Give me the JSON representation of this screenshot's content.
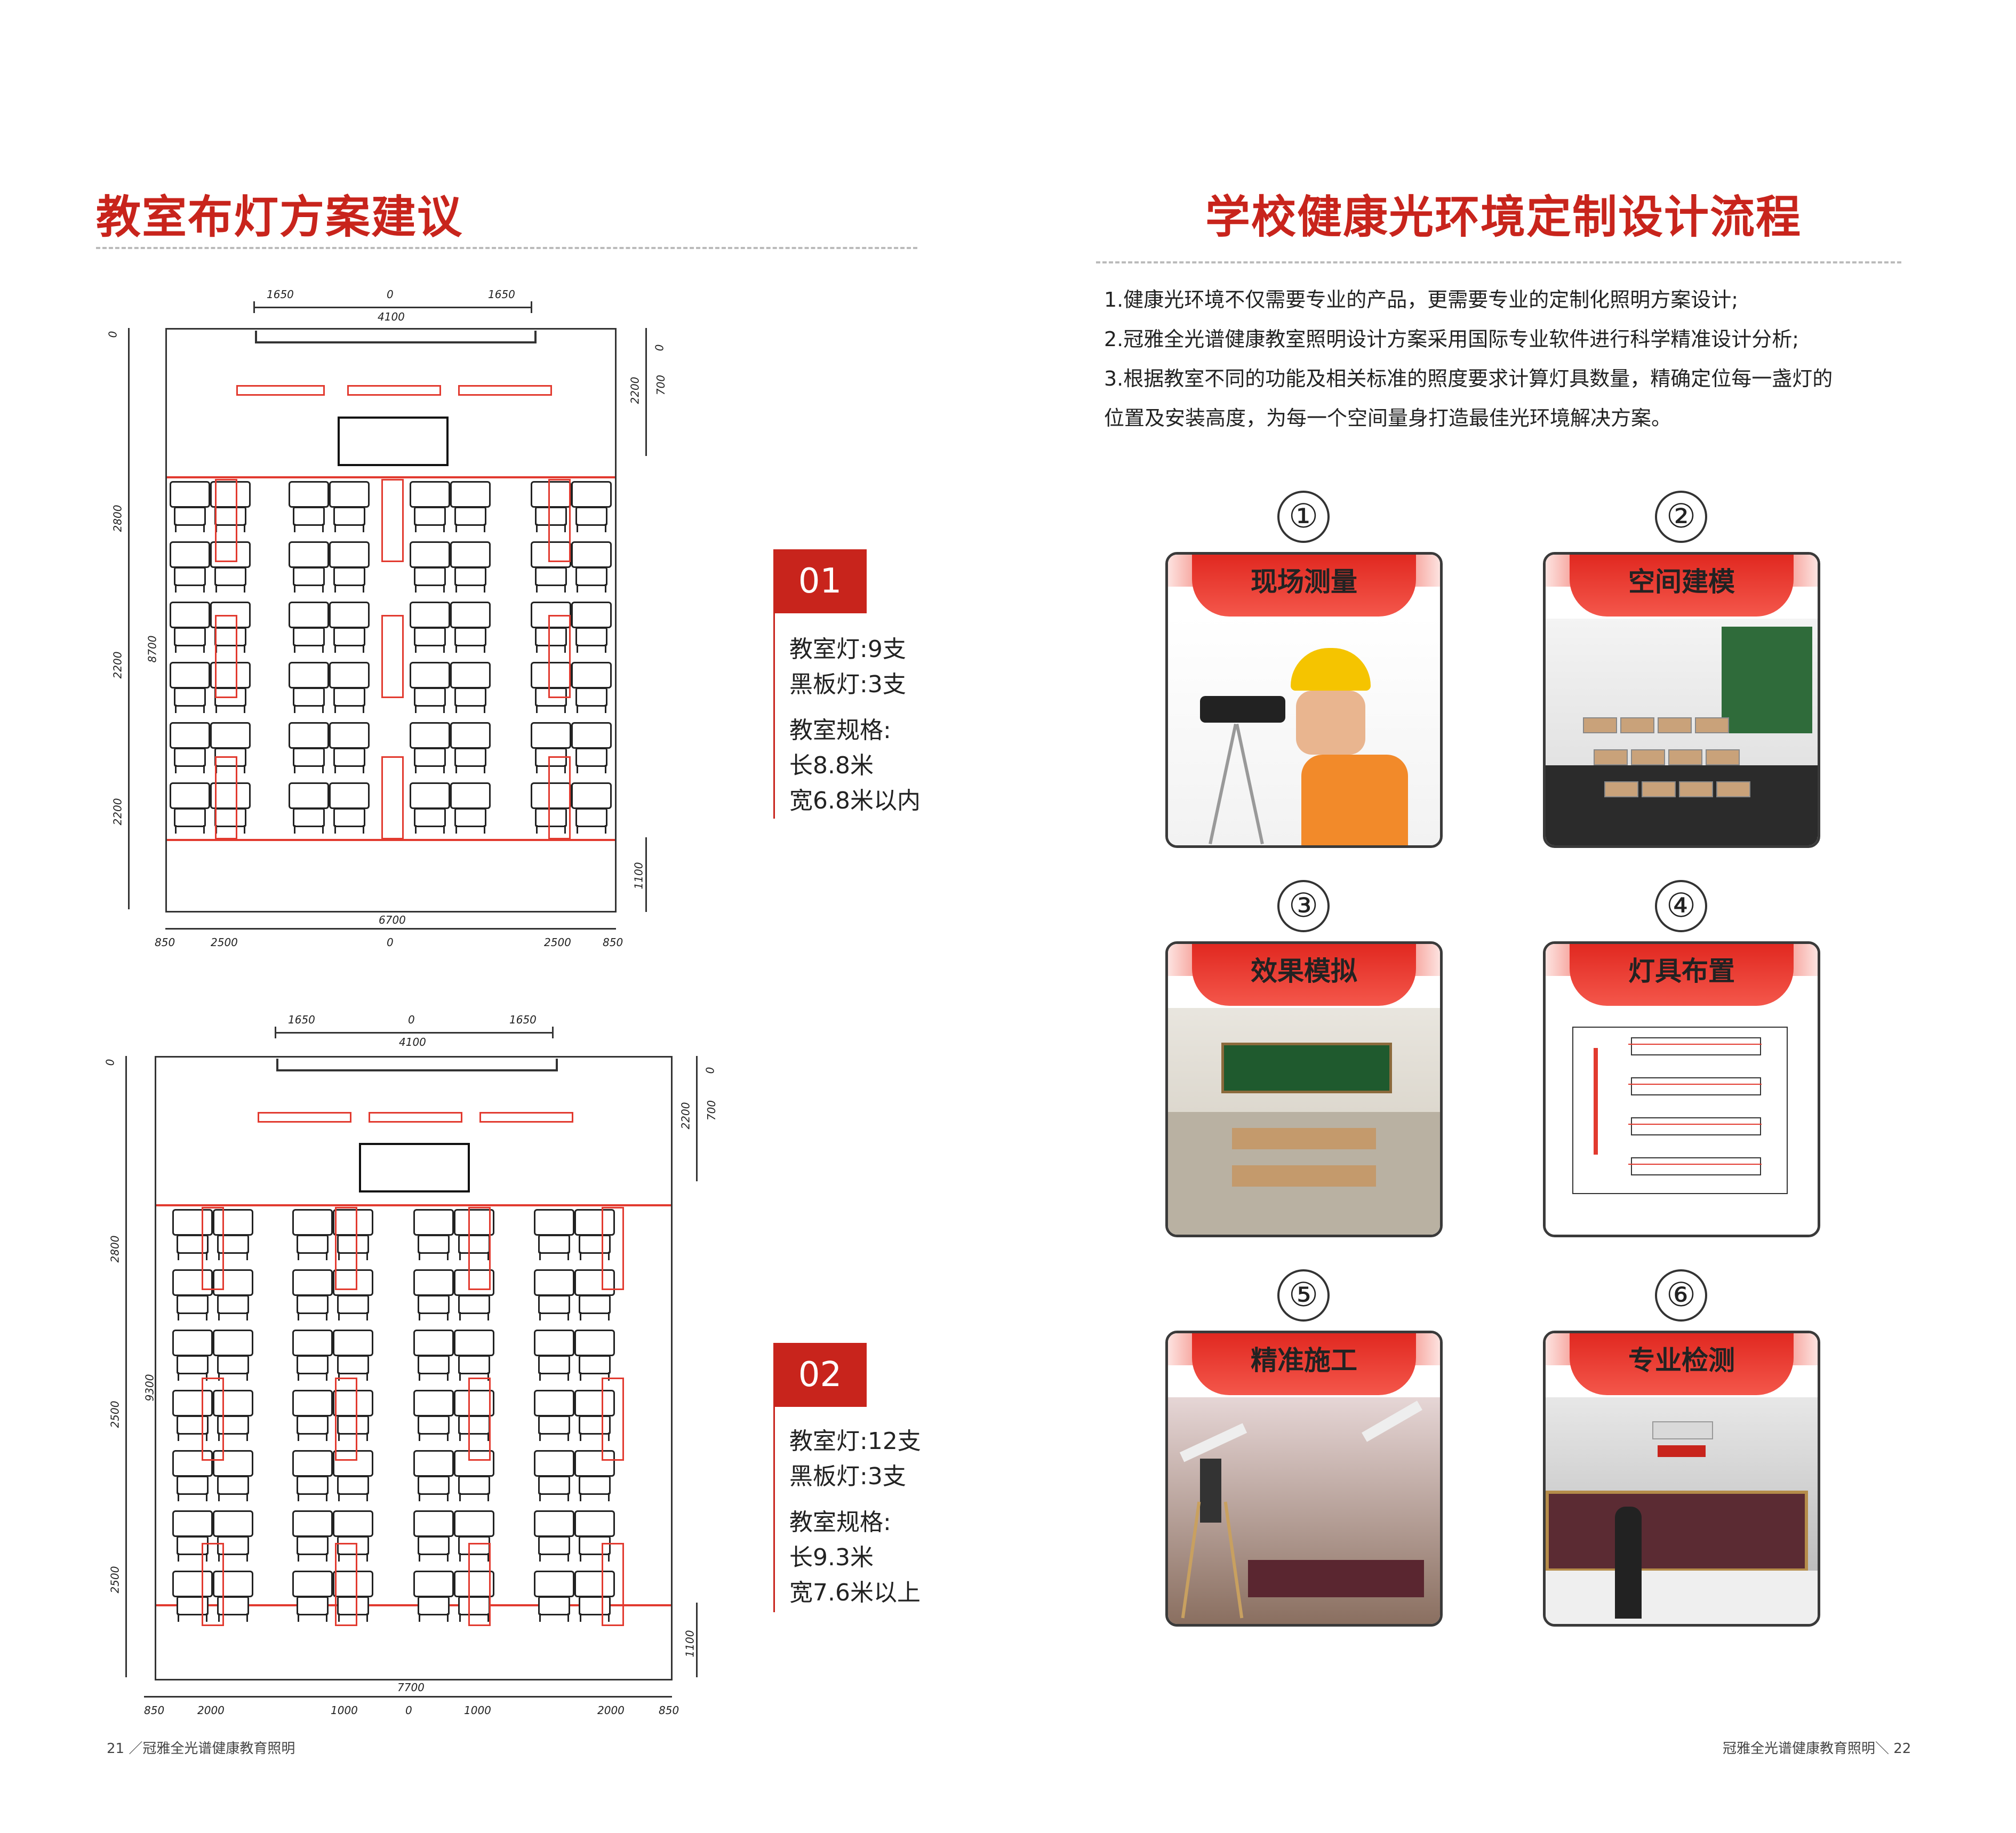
{
  "left": {
    "title": "教室布灯方案建议",
    "plan1": {
      "badge": "01",
      "top_dims": [
        "1650",
        "0",
        "1650"
      ],
      "top_total": "4100",
      "right_dims": [
        "0",
        "700",
        "2200"
      ],
      "left_dims": [
        "0",
        "2800",
        "8700",
        "2200",
        "2200"
      ],
      "bottom_right_dim": "1100",
      "bottom_total": "6700",
      "bottom_dims": [
        "850",
        "2500",
        "0",
        "2500",
        "850"
      ],
      "spec_lines": [
        "教室灯:9支",
        "黑板灯:3支"
      ],
      "spec_size": [
        "教室规格:",
        "长8.8米",
        "宽6.8米以内"
      ]
    },
    "plan2": {
      "badge": "02",
      "top_dims": [
        "1650",
        "0",
        "1650"
      ],
      "top_total": "4100",
      "right_dims": [
        "0",
        "700",
        "2200"
      ],
      "left_dims": [
        "0",
        "2800",
        "9300",
        "2500",
        "2500"
      ],
      "bottom_right_dim": "1100",
      "bottom_total": "7700",
      "bottom_dims": [
        "850",
        "2000",
        "1000",
        "0",
        "1000",
        "2000",
        "850"
      ],
      "spec_lines": [
        "教室灯:12支",
        "黑板灯:3支"
      ],
      "spec_size": [
        "教室规格:",
        "长9.3米",
        "宽7.6米以上"
      ]
    },
    "footer": "21 ／冠雅全光谱健康教育照明"
  },
  "right": {
    "title": "学校健康光环境定制设计流程",
    "paragraphs": [
      "1.健康光环境不仅需要专业的产品，更需要专业的定制化照明方案设计;",
      "2.冠雅全光谱健康教室照明设计方案采用国际专业软件进行科学精准设计分析;",
      "3.根据教室不同的功能及相关标准的照度要求计算灯具数量，精确定位每一盏灯的",
      "位置及安装高度，为每一个空间量身打造最佳光环境解决方案。"
    ],
    "steps": [
      {
        "num": "①",
        "label": "现场测量"
      },
      {
        "num": "②",
        "label": "空间建模"
      },
      {
        "num": "③",
        "label": "效果模拟"
      },
      {
        "num": "④",
        "label": "灯具布置"
      },
      {
        "num": "⑤",
        "label": "精准施工"
      },
      {
        "num": "⑥",
        "label": "专业检测"
      }
    ],
    "footer": "冠雅全光谱健康教育照明＼ 22"
  },
  "colors": {
    "accent": "#c8241c",
    "light_red": "#e23a2f",
    "border": "#3a3a3a"
  }
}
